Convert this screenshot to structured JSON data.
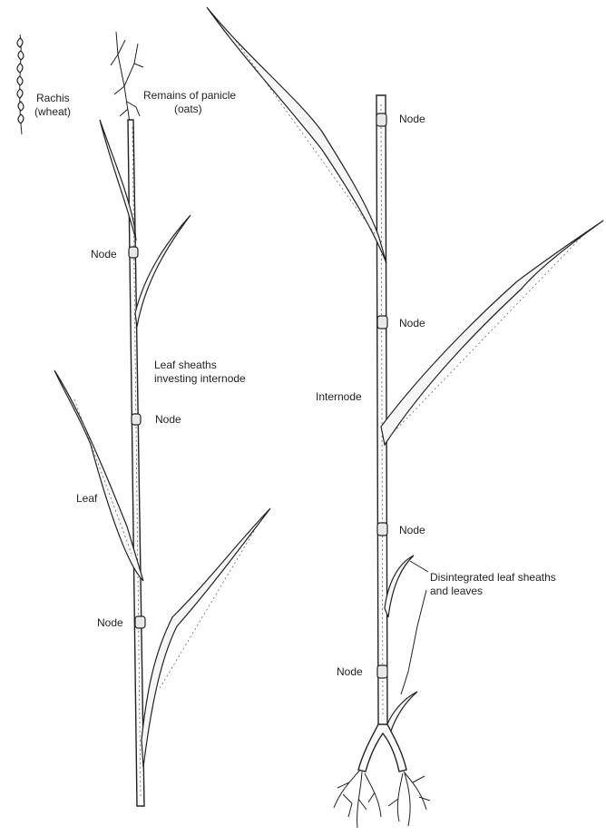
{
  "labels": {
    "rachis": "Rachis",
    "wheat": "(wheat)",
    "panicle_line1": "Remains of panicle",
    "panicle_line2": "(oats)",
    "left_node_upper": "Node",
    "leaf_sheaths_line1": "Leaf sheaths",
    "leaf_sheaths_line2": "investing internode",
    "left_node_middle": "Node",
    "leaf": "Leaf",
    "left_node_lower": "Node",
    "right_node_top": "Node",
    "right_node_second": "Node",
    "internode": "Internode",
    "right_node_third": "Node",
    "disintegrated_line1": "Disintegrated leaf sheaths",
    "disintegrated_line2": "and leaves",
    "right_node_bottom": "Node"
  }
}
